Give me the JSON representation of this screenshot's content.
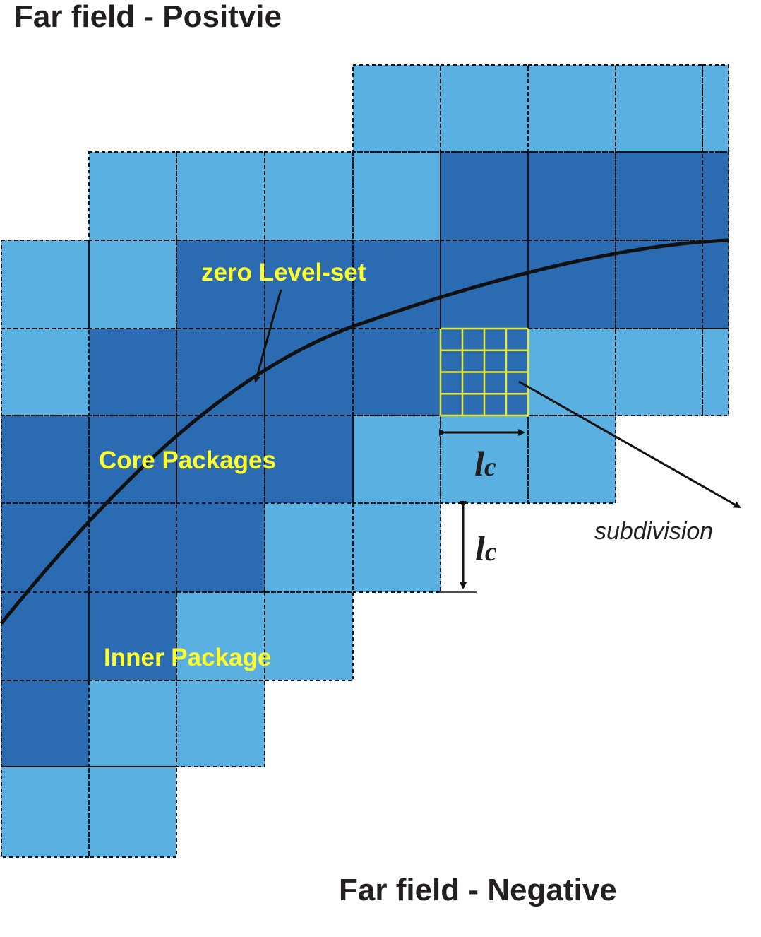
{
  "titles": {
    "top": "Far field - Positvie",
    "bottom": "Far field - Negative"
  },
  "labels": {
    "zero_level_set": "zero Level-set",
    "core_packages": "Core Packages",
    "inner_package": "Inner Package",
    "subdivision": "subdivision",
    "lc_symbol": "l",
    "lc_subscript": "c"
  },
  "colors": {
    "light_cell": "#5ab0e0",
    "dark_cell": "#2b6bb2",
    "grid_line": "#111111",
    "subdivision_grid": "#e8e830",
    "label_yellow": "#ffff2b",
    "text_dark": "#231f20"
  },
  "grid": {
    "rows": [
      {
        "row": 0,
        "cells": [
          [
            "L",
            "L",
            "L",
            "L",
            null
          ]
        ]
      },
      {
        "row": 1,
        "cells": []
      },
      {
        "row": 2,
        "cells": []
      }
    ],
    "subdivision_divisions": 4
  }
}
